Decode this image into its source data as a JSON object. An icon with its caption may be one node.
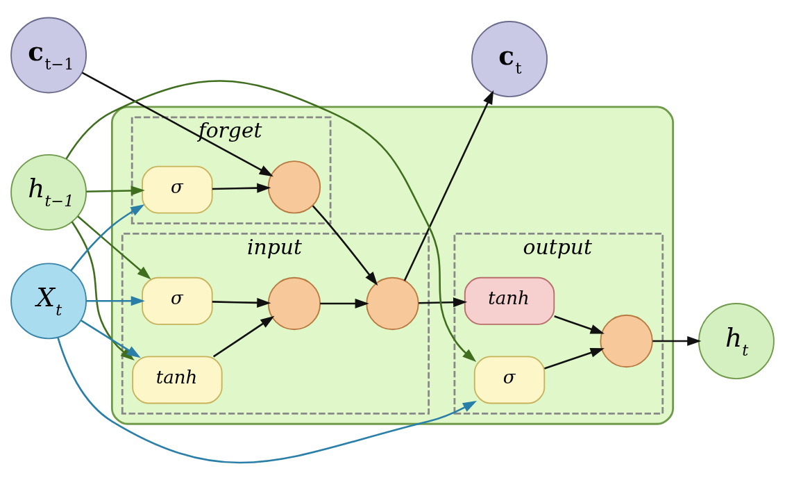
{
  "diagram": {
    "nodes": [
      {
        "text": [
          "**c**$_{t−1}$"
        ]
      },
      {
        "text": [],
        "shape": "box"
      },
      {
        "text": [
          "forget"
        ],
        "in": 1
      },
      {
        "text": [
          "input"
        ],
        "in": 1
      },
      {
        "text": [
          "output"
        ],
        "in": 1
      },
      {
        "text": [],
        "shape": "circle",
        "in": 2
      },
      {
        "text": [
          "σ"
        ],
        "in": 2
      },
      {
        "text": [],
        "shape": "circle",
        "in": 3
      },
      {
        "text": [],
        "shape": "circle",
        "in": 3
      },
      {
        "text": [
          "σ"
        ],
        "in": 3
      },
      {
        "text": [
          "tanh"
        ],
        "in": 3
      },
      {
        "text": [
          "tanh"
        ],
        "in": 4
      },
      {
        "text": [],
        "shape": "circle",
        "in": 4
      },
      {
        "text": [
          "σ"
        ],
        "in": 4
      },
      {
        "text": [
          "**c**$_{t}$"
        ]
      },
      {
        "text": [
          "h$_{t}$"
        ]
      },
      {
        "text": [
          "h$_{t−1}$"
        ]
      },
      {
        "text": [
          "X$_{t}$"
        ]
      }
    ],
    "edges": [
      {
        "from": 0,
        "to": 5,
        "arrow": "to"
      },
      {
        "from": 5,
        "to": 8,
        "arrow": "to"
      },
      {
        "from": 8,
        "to": 14,
        "arrow": "to"
      },
      {
        "from": 8,
        "to": 11,
        "arrow": "to"
      },
      {
        "from": 6,
        "to": 5,
        "arrow": "to"
      },
      {
        "from": 7,
        "to": 8,
        "arrow": "to"
      },
      {
        "from": 9,
        "to": 7,
        "arrow": "to"
      },
      {
        "from": 10,
        "to": 7,
        "arrow": "to"
      },
      {
        "from": 11,
        "to": 12,
        "arrow": "to"
      },
      {
        "from": 13,
        "to": 12,
        "arrow": "to"
      },
      {
        "from": 12,
        "to": 15,
        "arrow": "to"
      },
      {
        "from": 16,
        "to": 6,
        "arrow": "to",
        "color": "#3f6e1f"
      },
      {
        "from": 16,
        "to": 9,
        "arrow": "to",
        "color": "#3f6e1f"
      },
      {
        "from": 16,
        "to": 10,
        "arrow": "to",
        "color": "#3f6e1f"
      },
      {
        "from": 16,
        "to": 13,
        "arrow": "to",
        "color": "#3f6e1f"
      },
      {
        "from": 17,
        "to": 6,
        "arrow": "to",
        "color": "#2a7fa8"
      },
      {
        "from": 17,
        "to": 9,
        "arrow": "to",
        "color": "#2a7fa8"
      },
      {
        "from": 17,
        "to": 10,
        "arrow": "to",
        "color": "#2a7fa8"
      },
      {
        "from": 17,
        "to": 13,
        "arrow": "to",
        "color": "#2a7fa8"
      }
    ]
  }
}
